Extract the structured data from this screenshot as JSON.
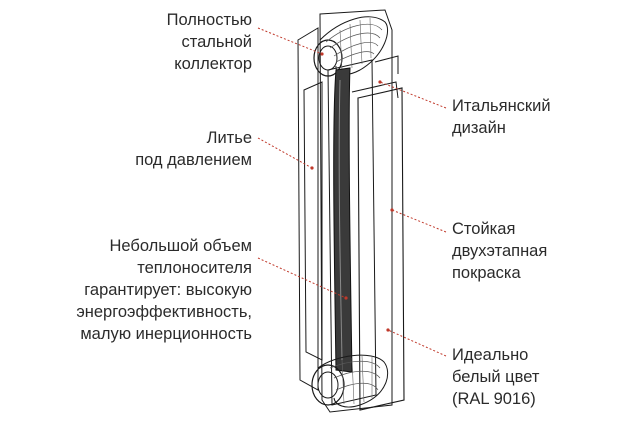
{
  "colors": {
    "leader": "#c0392b",
    "outline": "#1a1a1a",
    "core": "#3a3a3a",
    "text": "#2b2b2b"
  },
  "labels": {
    "collector": {
      "lines": [
        "Полностью",
        "стальной",
        "коллектор"
      ]
    },
    "casting": {
      "lines": [
        "Литье",
        "под давлением"
      ]
    },
    "volume": {
      "lines": [
        "Небольшой объем",
        "теплоносителя",
        "гарантирует: высокую",
        "энергоэффективность,",
        "малую инерционность"
      ]
    },
    "design": {
      "lines": [
        "Итальянский",
        "дизайн"
      ]
    },
    "painting": {
      "lines": [
        "Стойкая",
        "двухэтапная",
        "покраска"
      ]
    },
    "white": {
      "lines": [
        "Идеально",
        "белый цвет",
        "(RAL 9016)"
      ]
    }
  }
}
